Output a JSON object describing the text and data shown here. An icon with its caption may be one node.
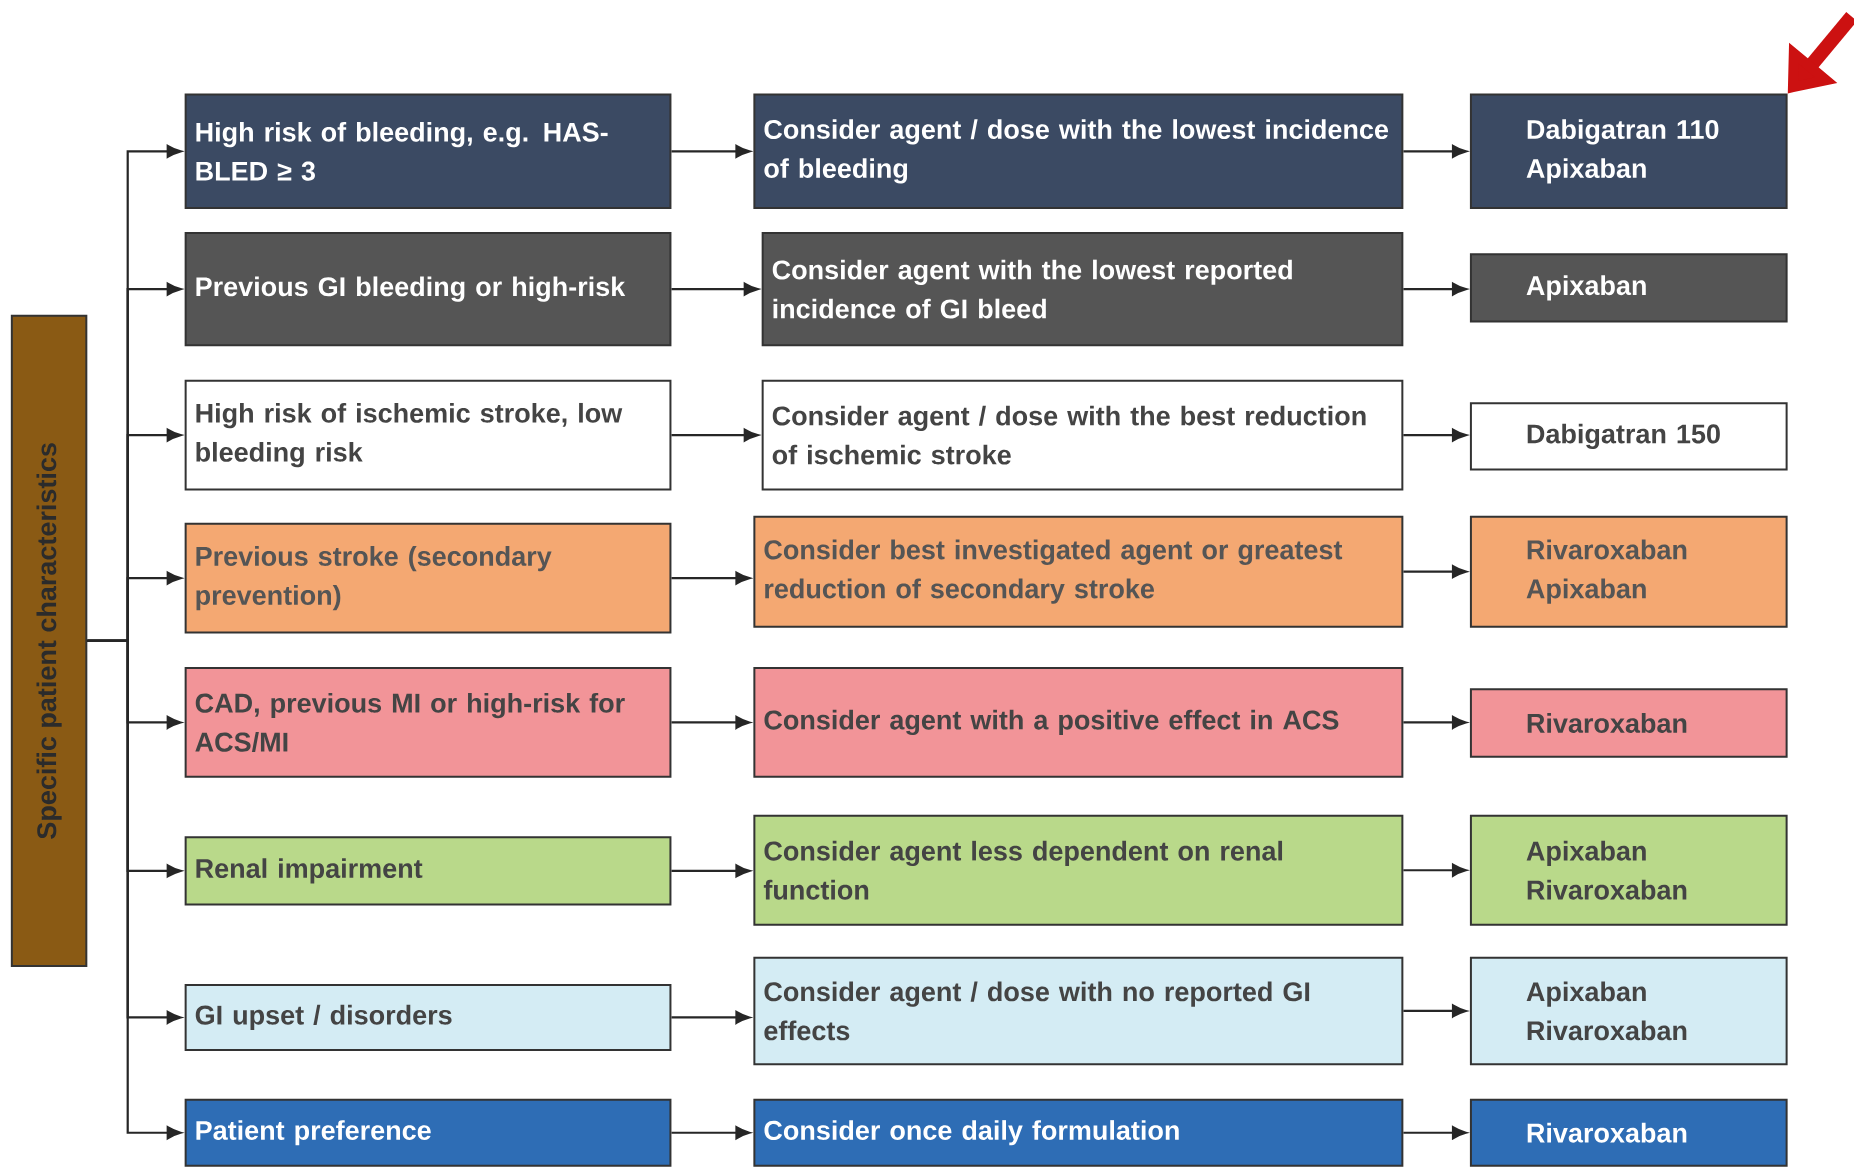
{
  "diagram": {
    "nodes": [
      {
        "text": [
          "Specific patient characteristics"
        ]
      },
      {
        "text": [
          "High risk of bleeding, e.g. HAS-BLED ≥ 3"
        ]
      },
      {
        "text": [
          "Consider agent / dose with the lowest incidence of bleeding"
        ]
      },
      {
        "text": [
          "Dabigatran 110 Apixaban"
        ]
      },
      {
        "text": [
          "Previous GI bleeding or high-risk"
        ]
      },
      {
        "text": [
          "Consider agent with the lowest reported incidence of GI bleed"
        ]
      },
      {
        "text": [
          "Apixaban"
        ]
      },
      {
        "text": [
          "High risk of ischemic stroke, low bleeding risk"
        ]
      },
      {
        "text": [
          "Consider agent / dose with the best reduction of ischemic stroke"
        ]
      },
      {
        "text": [
          "Dabigatran 150"
        ]
      },
      {
        "text": [
          "Previous stroke (secondary prevention)"
        ]
      },
      {
        "text": [
          "Consider best investigated agent or greatest reduction of secondary stroke"
        ]
      },
      {
        "text": [
          "Rivaroxaban Apixaban"
        ]
      },
      {
        "text": [
          "CAD, previous MI or high-risk for ACS/MI"
        ]
      },
      {
        "text": [
          "Consider agent with a positive effect in ACS"
        ]
      },
      {
        "text": [
          "Rivaroxaban"
        ]
      },
      {
        "text": [
          "Renal impairment"
        ]
      },
      {
        "text": [
          "Consider agent less dependent on renal function"
        ]
      },
      {
        "text": [
          "Apixaban Rivaroxaban"
        ]
      },
      {
        "text": [
          "GI upset / disorders"
        ]
      },
      {
        "text": [
          "Consider agent / dose with no reported GI effects"
        ]
      },
      {
        "text": [
          "Apixaban Rivaroxaban"
        ]
      },
      {
        "text": [
          "Patient preference"
        ]
      },
      {
        "text": [
          "Consider once daily formulation"
        ]
      },
      {
        "text": [
          "Rivaroxaban"
        ]
      }
    ],
    "edges": [
      {
        "from": 0,
        "to": 1,
        "arrow": "to"
      },
      {
        "from": 0,
        "to": 4,
        "arrow": "to"
      },
      {
        "from": 0,
        "to": 7,
        "arrow": "to"
      },
      {
        "from": 0,
        "to": 10,
        "arrow": "to"
      },
      {
        "from": 0,
        "to": 13,
        "arrow": "to"
      },
      {
        "from": 0,
        "to": 16,
        "arrow": "to"
      },
      {
        "from": 0,
        "to": 19,
        "arrow": "to"
      },
      {
        "from": 0,
        "to": 22,
        "arrow": "to"
      },
      {
        "from": 1,
        "to": 2,
        "arrow": "to"
      },
      {
        "from": 2,
        "to": 3,
        "arrow": "to"
      },
      {
        "from": 4,
        "to": 5,
        "arrow": "to"
      },
      {
        "from": 5,
        "to": 6,
        "arrow": "to"
      },
      {
        "from": 7,
        "to": 8,
        "arrow": "to"
      },
      {
        "from": 8,
        "to": 9,
        "arrow": "to"
      },
      {
        "from": 10,
        "to": 11,
        "arrow": "to"
      },
      {
        "from": 11,
        "to": 12,
        "arrow": "to"
      },
      {
        "from": 13,
        "to": 14,
        "arrow": "to"
      },
      {
        "from": 14,
        "to": 15,
        "arrow": "to"
      },
      {
        "from": 16,
        "to": 17,
        "arrow": "to"
      },
      {
        "from": 17,
        "to": 18,
        "arrow": "to"
      },
      {
        "from": 19,
        "to": 20,
        "arrow": "to"
      },
      {
        "from": 20,
        "to": 21,
        "arrow": "to"
      },
      {
        "from": 22,
        "to": 23,
        "arrow": "to"
      },
      {
        "from": 23,
        "to": 24,
        "arrow": "to"
      },
      {
        "from": null,
        "to": 3,
        "arrow": "to",
        "style": "thick",
        "color": "#cc1111"
      }
    ]
  }
}
